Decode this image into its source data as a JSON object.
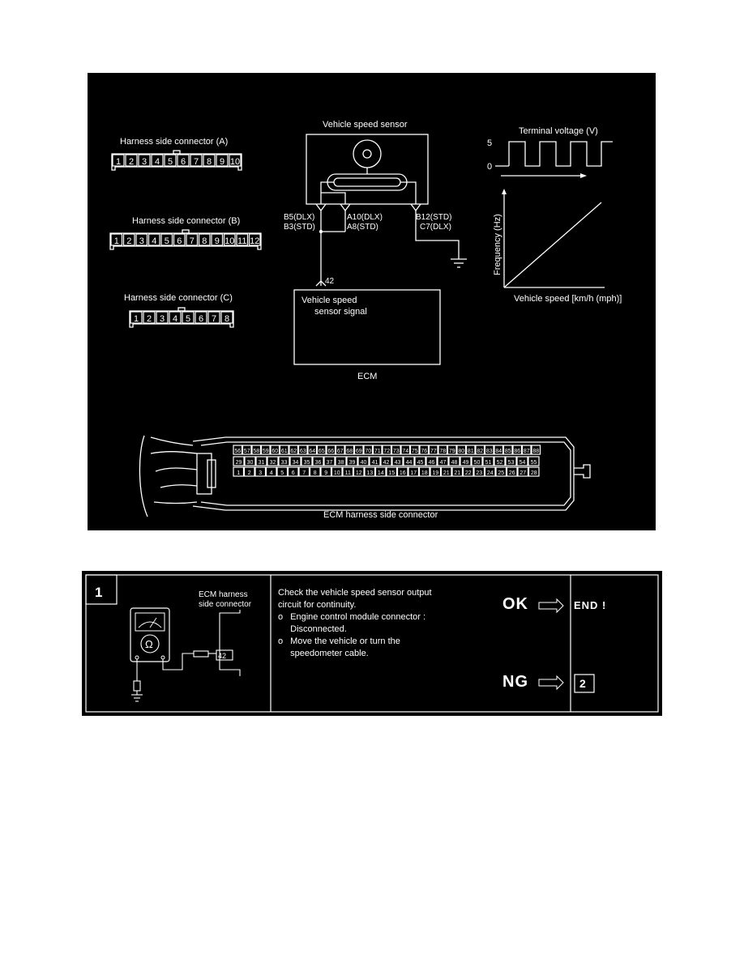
{
  "connector_a": {
    "label": "Harness side connector (A)",
    "pins": [
      "1",
      "2",
      "3",
      "4",
      "5",
      "6",
      "7",
      "8",
      "9",
      "10"
    ]
  },
  "connector_b": {
    "label": "Harness side connector (B)",
    "pins": [
      "1",
      "2",
      "3",
      "4",
      "5",
      "6",
      "7",
      "8",
      "9",
      "10",
      "11",
      "12"
    ]
  },
  "connector_c": {
    "label": "Harness side connector (C)",
    "pins": [
      "1",
      "2",
      "3",
      "4",
      "5",
      "6",
      "7",
      "8"
    ]
  },
  "sensor": {
    "title": "Vehicle speed sensor",
    "left_terminals": [
      "B5(DLX)",
      "B3(STD)"
    ],
    "mid_terminals": [
      "A10(DLX)",
      "A8(STD)"
    ],
    "right_terminals": [
      "B12(STD)",
      "C7(DLX)"
    ],
    "ecm_pin": "42",
    "ecm_box_lines": [
      "Vehicle speed",
      "sensor signal"
    ],
    "ecm_label": "ECM"
  },
  "voltage_graph": {
    "title": "Terminal voltage (V)",
    "y_high": "5",
    "y_low": "0"
  },
  "freq_graph": {
    "ylabel": "Frequency (Hz)",
    "xlabel": "Vehicle speed [km/h (mph)]"
  },
  "ecm_connector": {
    "label": "ECM harness side connector",
    "row_top": [
      "56",
      "57",
      "58",
      "59",
      "60",
      "61",
      "62",
      "63",
      "64",
      "65",
      "66",
      "67",
      "68",
      "69",
      "70",
      "71",
      "72",
      "73",
      "74",
      "75",
      "76",
      "77",
      "78",
      "79",
      "80",
      "81",
      "82",
      "83",
      "84",
      "85",
      "86",
      "87",
      "88"
    ],
    "row_mid": [
      "29",
      "30",
      "31",
      "32",
      "33",
      "34",
      "35",
      "36",
      "37",
      "38",
      "39",
      "40",
      "41",
      "42",
      "43",
      "44",
      "45",
      "46",
      "47",
      "48",
      "49",
      "50",
      "51",
      "52",
      "53",
      "54",
      "55"
    ],
    "row_bottom": [
      "1",
      "2",
      "3",
      "4",
      "5",
      "6",
      "7",
      "8",
      "9",
      "10",
      "11",
      "12",
      "13",
      "14",
      "15",
      "16",
      "17",
      "18",
      "19",
      "21",
      "21",
      "22",
      "23",
      "24",
      "25",
      "26",
      "27",
      "28"
    ]
  },
  "step": {
    "number": "1",
    "connector_label": [
      "ECM harness",
      "side connector"
    ],
    "meter_symbol": "Ω",
    "probe_pin": "42",
    "instruction_lines": [
      "Check the vehicle speed sensor output",
      "circuit for continuity."
    ],
    "bullets": [
      {
        "mark": "o",
        "lines": [
          "Engine control module connector :",
          "Disconnected."
        ]
      },
      {
        "mark": "o",
        "lines": [
          "Move the vehicle or turn the",
          "speedometer cable."
        ]
      }
    ],
    "ok_label": "OK",
    "ok_result": "END !",
    "ng_label": "NG",
    "ng_result": "2"
  }
}
